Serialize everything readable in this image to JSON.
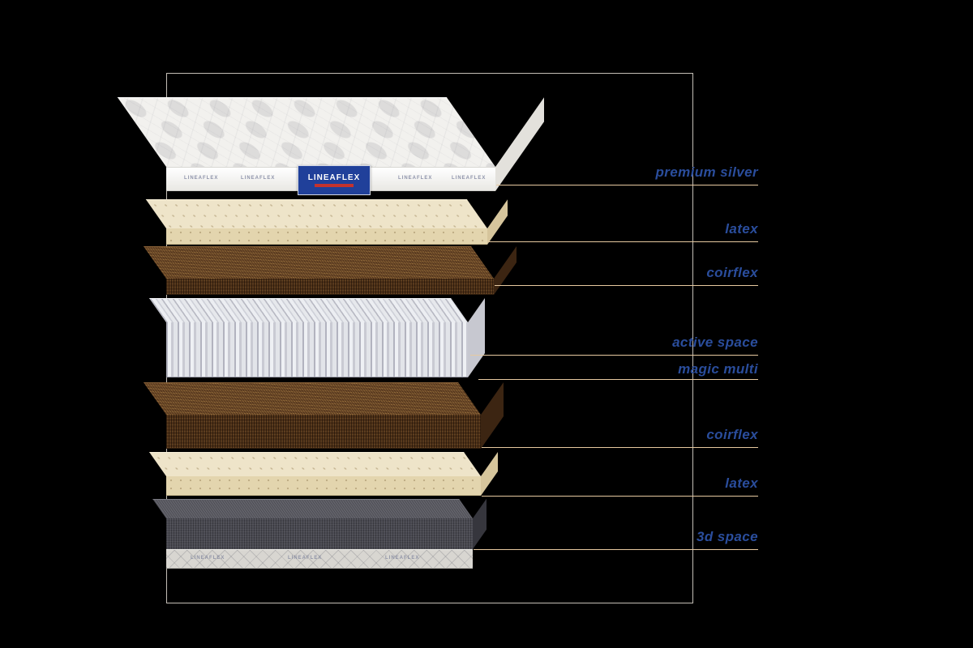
{
  "page": {
    "background": "#000000"
  },
  "brand": {
    "logo_text": "LINEAFLEX"
  },
  "callouts": [
    {
      "text": "premium silver"
    },
    {
      "text": "latex"
    },
    {
      "text": "coirflex"
    },
    {
      "text": "active space"
    },
    {
      "text": "magic multi"
    },
    {
      "text": "coirflex"
    },
    {
      "text": "latex"
    },
    {
      "text": "3d space"
    }
  ],
  "colors": {
    "label_blue": "#2a4d9c",
    "callout_line": "#e6c9a0",
    "brand_blue": "#20409a",
    "brand_red": "#c4322e",
    "coir_brown": "#4e3118",
    "latex_cream": "#e3d5ae",
    "spring_grey": "#d4d5db",
    "space3d_grey": "#4a4a52"
  }
}
